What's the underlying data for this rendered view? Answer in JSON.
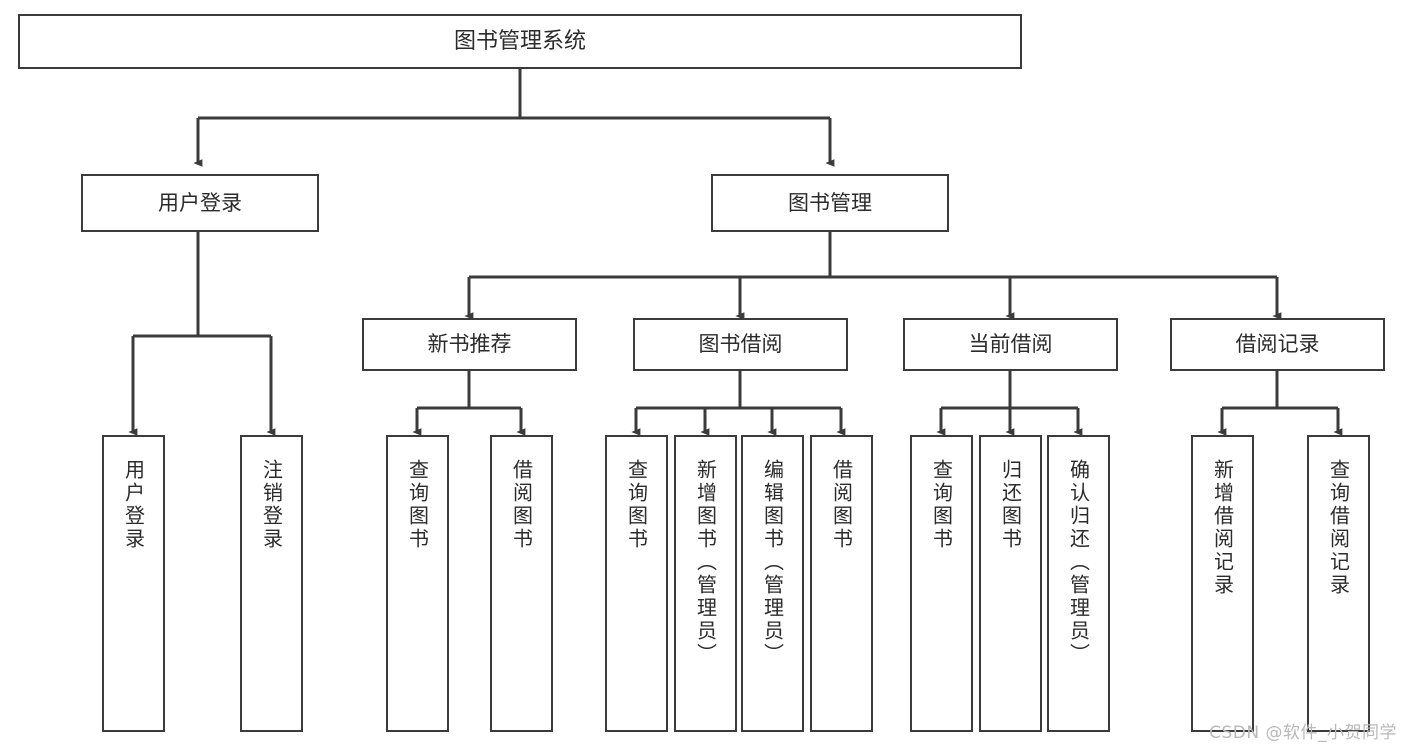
{
  "diagram": {
    "title": "图书管理系统",
    "type": "tree-hierarchy-diagram",
    "root": {
      "label": "图书管理系统"
    },
    "level1": [
      {
        "label": "用户登录"
      },
      {
        "label": "图书管理"
      }
    ],
    "level2": [
      {
        "label": "新书推荐"
      },
      {
        "label": "图书借阅"
      },
      {
        "label": "当前借阅"
      },
      {
        "label": "借阅记录"
      }
    ],
    "leaves": {
      "user_login": [
        {
          "label": "用户登录"
        },
        {
          "label": "注销登录"
        }
      ],
      "new_book_recommend": [
        {
          "label": "查询图书"
        },
        {
          "label": "借阅图书"
        }
      ],
      "book_borrow": [
        {
          "label": "查询图书"
        },
        {
          "label": "新增图书（管理员）"
        },
        {
          "label": "编辑图书（管理员）"
        },
        {
          "label": "借阅图书"
        }
      ],
      "current_borrow": [
        {
          "label": "查询图书"
        },
        {
          "label": "归还图书"
        },
        {
          "label": "确认归还（管理员）"
        }
      ],
      "borrow_record": [
        {
          "label": "新增借阅记录"
        },
        {
          "label": "查询借阅记录"
        }
      ]
    }
  },
  "watermark": {
    "text": "CSDN @软件_小贺同学"
  },
  "colors": {
    "stroke": "#3b3b3b",
    "text": "#2b2b2b",
    "background": "#ffffff",
    "watermark": "#b9b9b9"
  }
}
